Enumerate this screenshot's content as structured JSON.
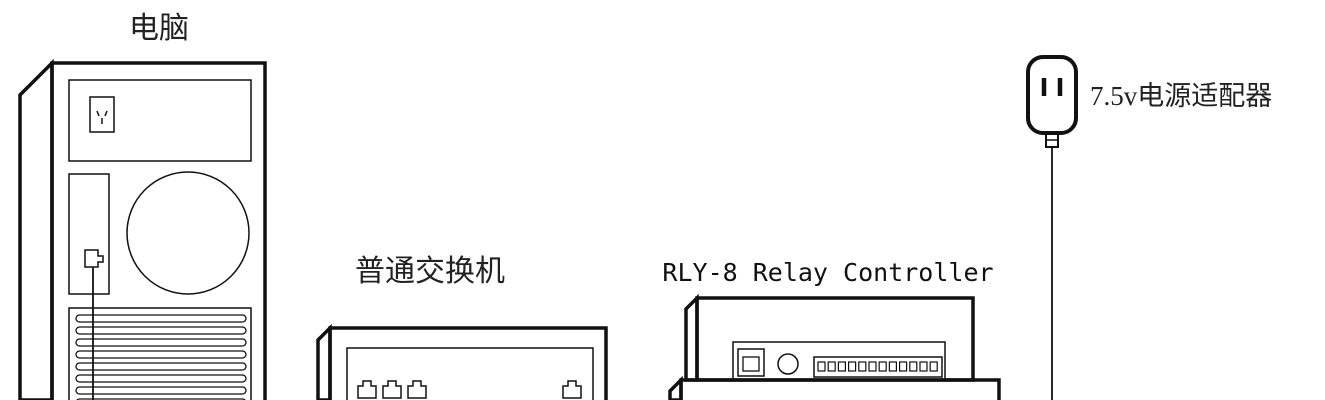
{
  "labels": {
    "computer": "电脑",
    "switch": "普通交换机",
    "controller": "RLY-8 Relay Controller",
    "adapter": "7.5v电源适配器"
  },
  "icons": {
    "computer": "desktop-tower-icon",
    "power_socket": "power-socket-icon",
    "fan": "fan-circle-icon",
    "ethernet_port": "ethernet-port-icon",
    "power_adapter": "power-adapter-plug-icon"
  },
  "colors": {
    "line": "#111111",
    "background": "#ffffff"
  }
}
